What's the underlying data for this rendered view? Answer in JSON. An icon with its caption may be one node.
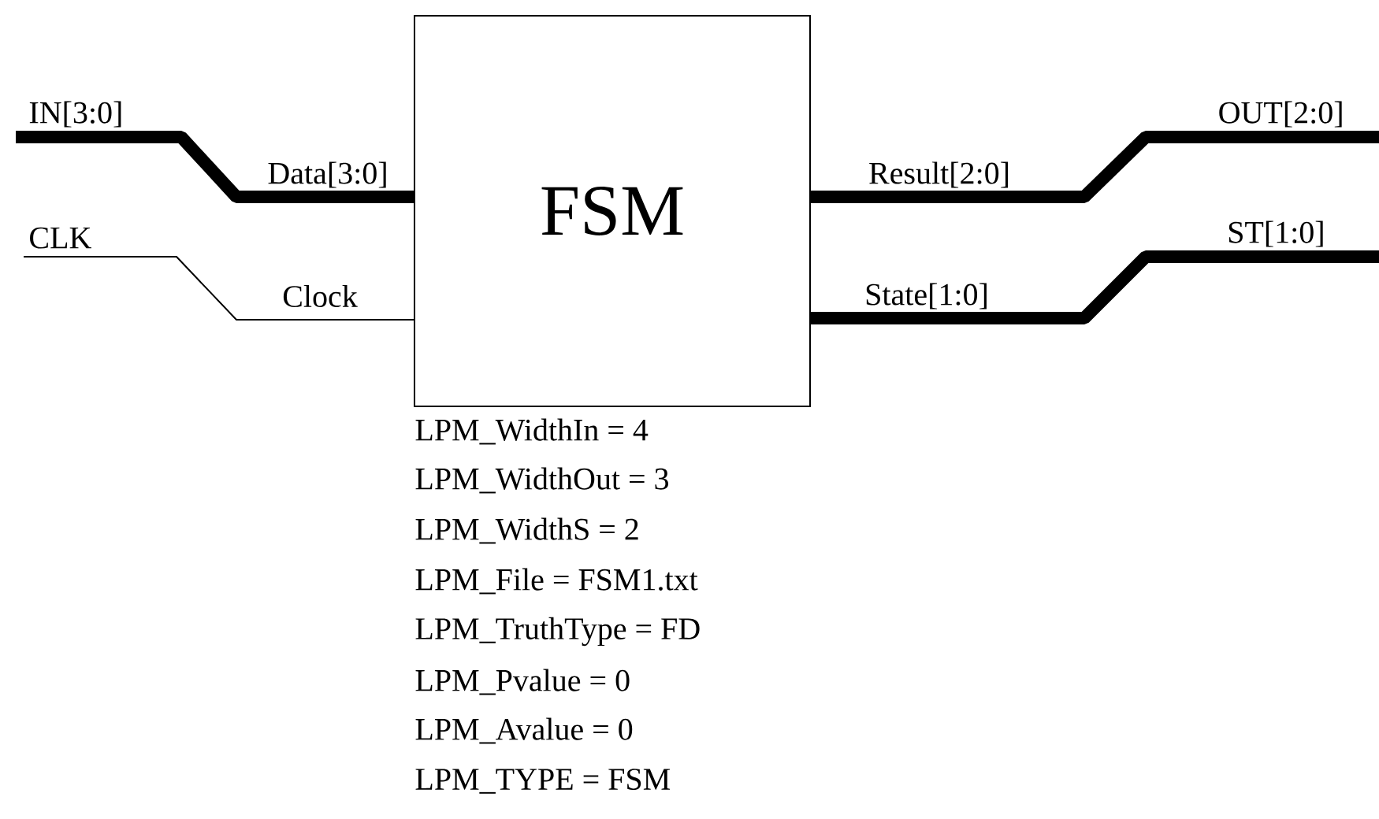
{
  "diagram": {
    "nodes": [
      {
        "text": [
          "FSM"
        ],
        "beside": [
          "LPM_WidthIn = 4",
          "LPM_WidthOut = 3",
          "LPM_WidthS = 2",
          "LPM_File = FSM1.txt",
          "LPM_TruthType = FD",
          "LPM_Pvalue = 0",
          "LPM_Avalue = 0",
          "LPM_TYPE = FSM"
        ]
      },
      {
        "text": [
          "IN[3:0]"
        ]
      },
      {
        "text": [
          "CLK"
        ]
      },
      {
        "text": [
          "OUT[2:0]"
        ]
      },
      {
        "text": [
          "ST[1:0]"
        ]
      }
    ],
    "edges": [
      {
        "from": 1,
        "to": 0,
        "arrow": "none"
      },
      {
        "from": 2,
        "to": 0,
        "arrow": "none"
      },
      {
        "from": 0,
        "to": 3,
        "arrow": "none"
      },
      {
        "from": 0,
        "to": 4,
        "arrow": "none"
      }
    ],
    "labels": [
      "Data[3:0]",
      "Clock",
      "Result[2:0]",
      "State[1:0]"
    ]
  }
}
